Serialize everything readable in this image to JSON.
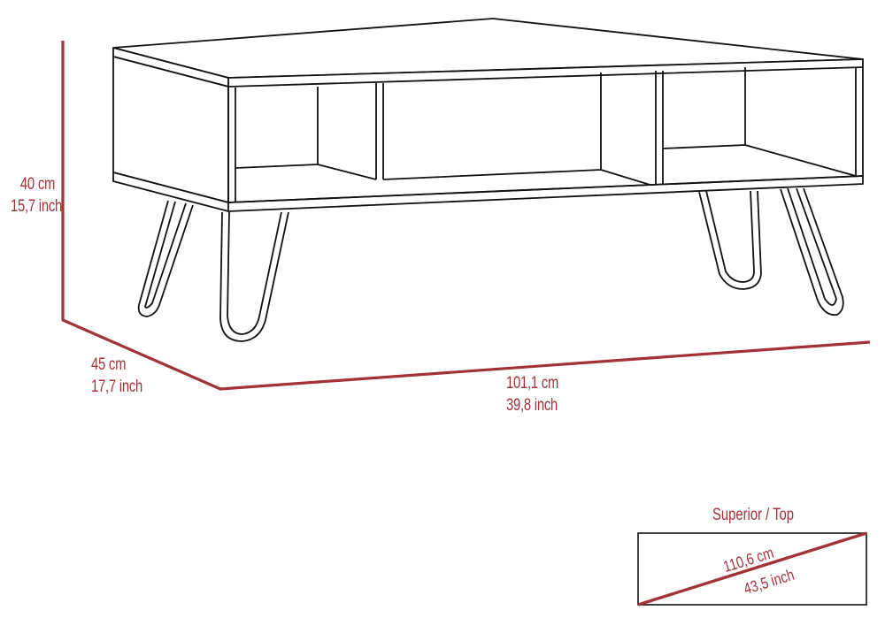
{
  "figure": {
    "subject": "coffee-table-line-drawing",
    "colors": {
      "outline": "#111111",
      "dimension": "#a23237",
      "background": "#ffffff"
    },
    "dimensions": {
      "height": {
        "metric": "40 cm",
        "imperial": "15,7 inch"
      },
      "depth": {
        "metric": "45 cm",
        "imperial": "17,7 inch"
      },
      "width": {
        "metric": "101,1 cm",
        "imperial": "39,8 inch"
      }
    },
    "top_view": {
      "title": "Superior / Top",
      "diagonal": {
        "metric": "110,6 cm",
        "imperial": "43,5 inch"
      }
    }
  }
}
